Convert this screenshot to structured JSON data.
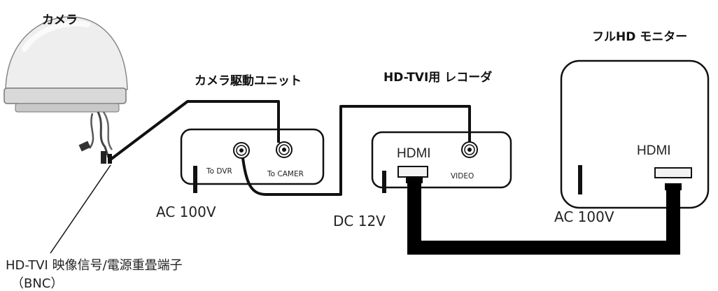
{
  "camera": {
    "title": "カメラ"
  },
  "drive_unit": {
    "title": "カメラ駆動ユニット",
    "to_dvr_label": "To DVR",
    "to_camera_label": "To CAMER",
    "power_label": "AC  100V"
  },
  "recorder": {
    "title": "HD-TVI用 レコーダ",
    "hdmi_label": "HDMI",
    "video_label": "VIDEO",
    "power_label": "DC  12V"
  },
  "monitor": {
    "title": "フルHD  モニター",
    "hdmi_label": "HDMI",
    "power_label": "AC  100V"
  },
  "annotation": {
    "line1": "HD-TVI 映像信号/電源重畳端子",
    "line2": "（BNC）"
  }
}
